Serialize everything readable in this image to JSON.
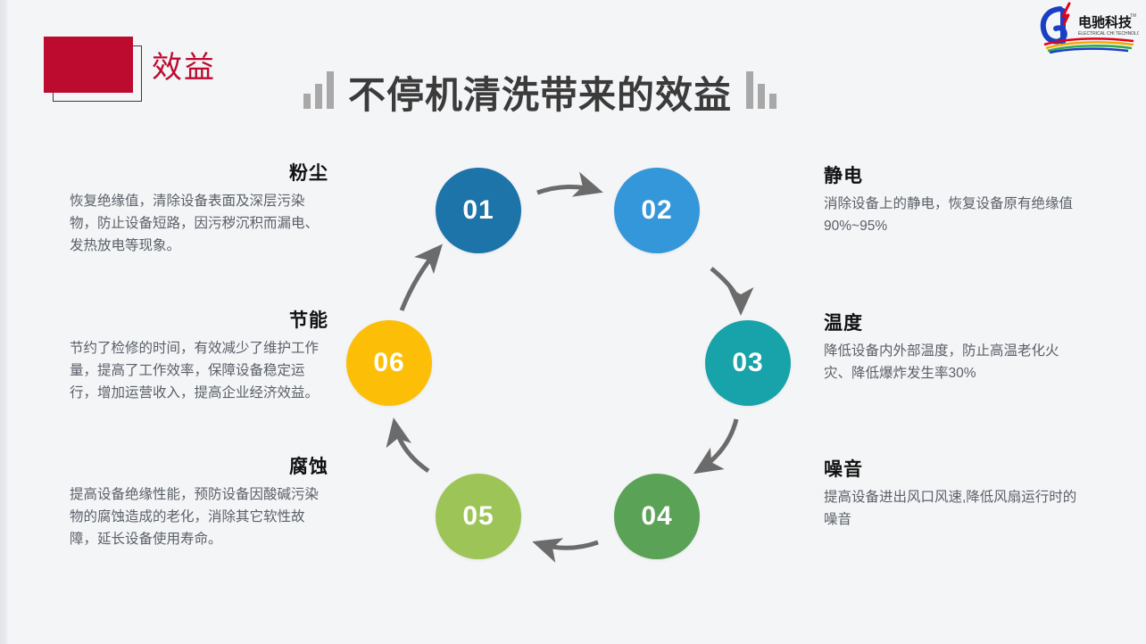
{
  "slide": {
    "background_color": "#f4f5f7",
    "badge": {
      "label": "效益",
      "fill_color": "#bd0a2f"
    },
    "title": "不停机清洗带来的效益",
    "title_color": "#3b3b3b",
    "decor_bars_color": "#a8a8a8"
  },
  "logo": {
    "name_cn": "电驰科技",
    "name_en": "ELECTRICAL CHI TECHNOLOGY",
    "trademark": "TM",
    "mark_color": "#1a3fc4"
  },
  "diagram": {
    "type": "cycle",
    "steps": [
      {
        "number": "01",
        "color": "#1c74a9",
        "side": "left",
        "title": "粉尘",
        "body": "恢复绝缘值，清除设备表面及深层污染物，防止设备短路，因污秽沉积而漏电、发热放电等现象。"
      },
      {
        "number": "02",
        "color": "#3397d9",
        "side": "right",
        "title": "静电",
        "body": "消除设备上的静电，恢复设备原有绝缘值90%~95%"
      },
      {
        "number": "03",
        "color": "#17a3a9",
        "side": "right",
        "title": "温度",
        "body": "降低设备内外部温度，防止高温老化火灾、降低爆炸发生率30%"
      },
      {
        "number": "04",
        "color": "#5aa256",
        "side": "right",
        "title": "噪音",
        "body": "提高设备进出风口风速,降低风扇运行时的噪音"
      },
      {
        "number": "05",
        "color": "#9dc456",
        "side": "left",
        "title": "腐蚀",
        "body": "提高设备绝缘性能，预防设备因酸碱污染物的腐蚀造成的老化，消除其它软性故障，延长设备使用寿命。"
      },
      {
        "number": "06",
        "color": "#fcbe06",
        "side": "left",
        "title": "节能",
        "body": "节约了检修的时间，有效减少了维护工作量，提高了工作效率，保障设备稳定运行，增加运营收入，提高企业经济效益。"
      }
    ],
    "arrow_color": "#6b6b6b"
  }
}
